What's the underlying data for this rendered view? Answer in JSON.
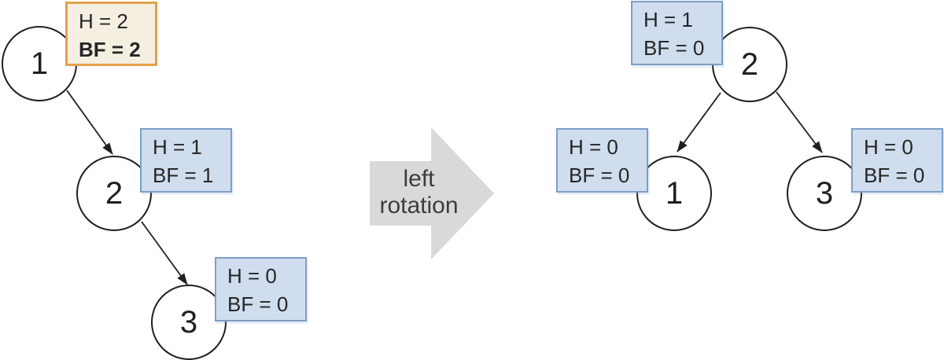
{
  "rotation_label": "left rotation",
  "colors": {
    "node_stroke": "#1f1f1f",
    "edge_stroke": "#1f1f1f",
    "highlight_badge_border": "#e2a04b",
    "highlight_badge_fill": "#f5efe2",
    "badge_border": "#7d9ec6",
    "badge_fill": "#cfddee",
    "block_arrow_fill": "#d9d9d9"
  },
  "before_tree": {
    "nodes": [
      {
        "value": "1",
        "badge_line1": "H = 2",
        "badge_line2": "BF = 2"
      },
      {
        "value": "2",
        "badge_line1": "H = 1",
        "badge_line2": "BF = 1"
      },
      {
        "value": "3",
        "badge_line1": "H = 0",
        "badge_line2": "BF = 0"
      }
    ]
  },
  "after_tree": {
    "nodes": [
      {
        "value": "2",
        "badge_line1": "H = 1",
        "badge_line2": "BF = 0"
      },
      {
        "value": "1",
        "badge_line1": "H = 0",
        "badge_line2": "BF = 0"
      },
      {
        "value": "3",
        "badge_line1": "H = 0",
        "badge_line2": "BF = 0"
      }
    ]
  }
}
